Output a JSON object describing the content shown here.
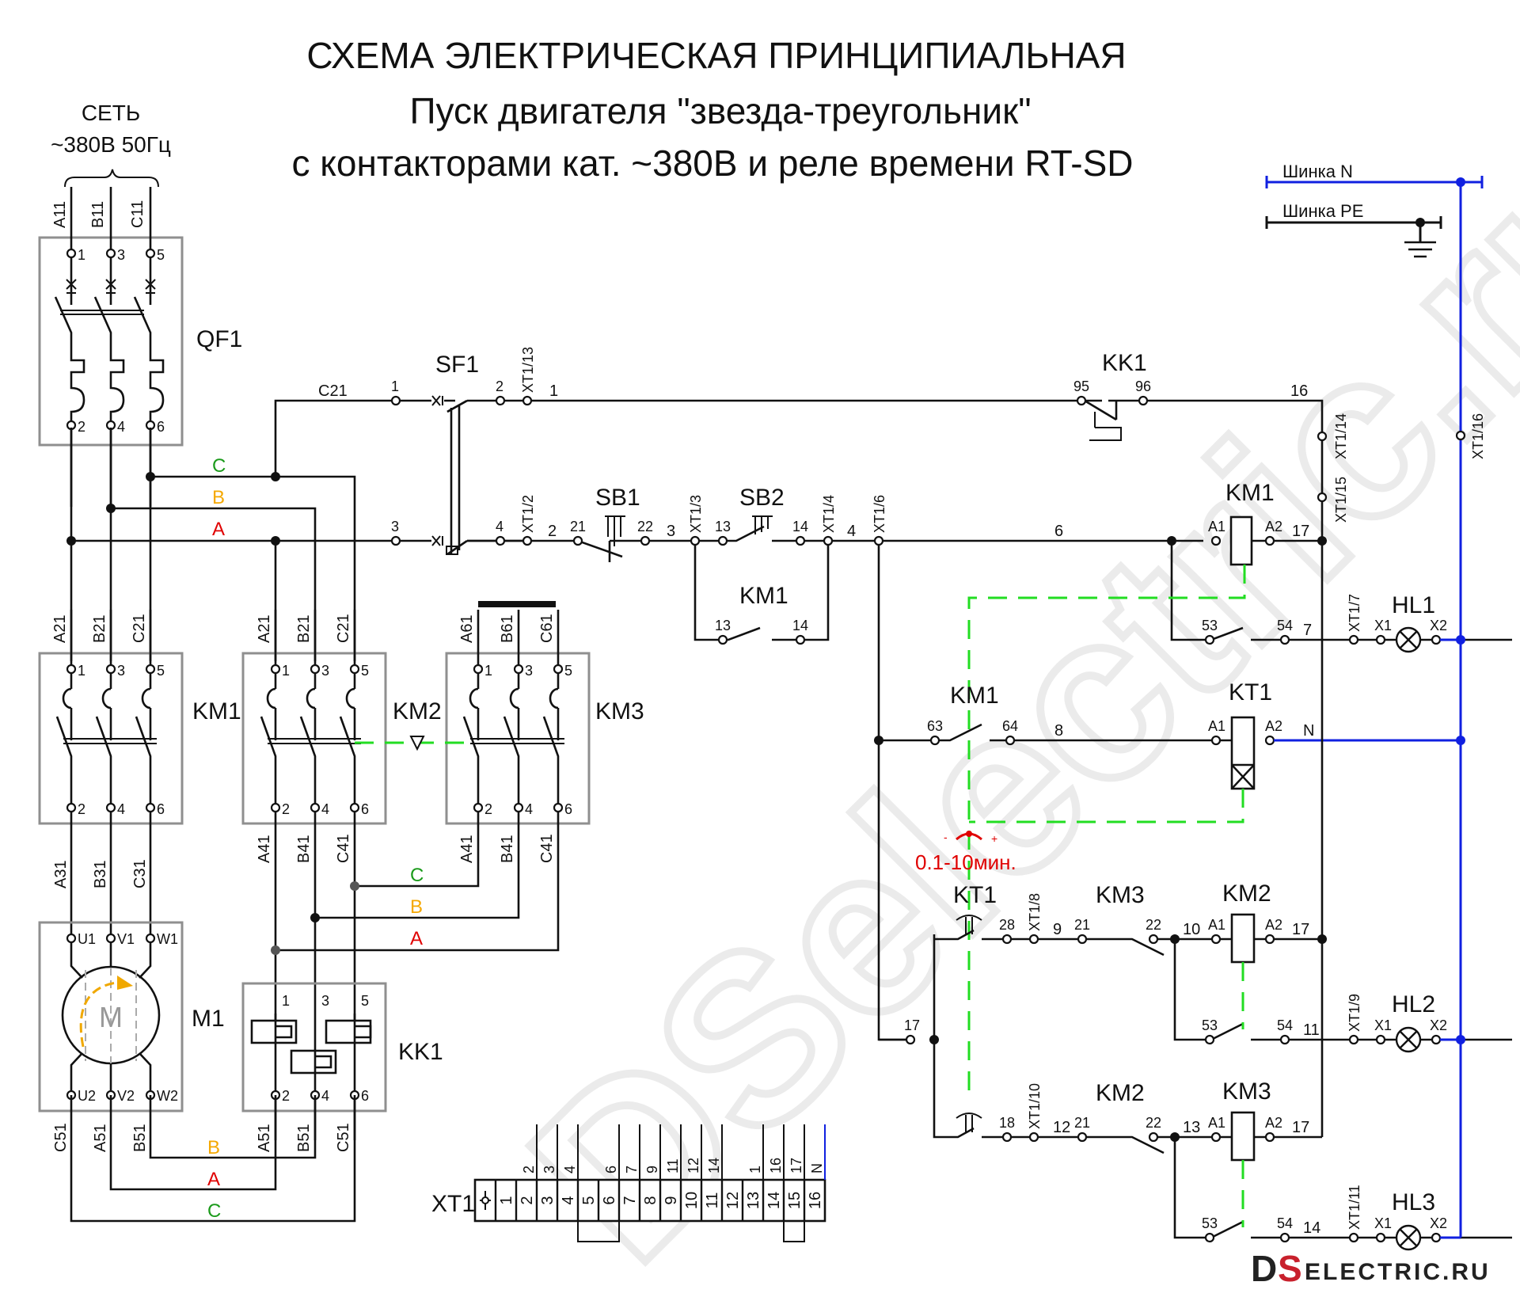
{
  "title": {
    "line1": "СХЕМА ЭЛЕКТРИЧЕСКАЯ ПРИНЦИПИАЛЬНАЯ",
    "line2": "Пуск двигателя \"звезда-треугольник\"",
    "line3": "с контакторами кат. ~380В и реле времени RT-SD"
  },
  "network": {
    "label": "СЕТЬ",
    "voltage": "~380В 50Гц",
    "phases": [
      "A11",
      "B11",
      "C11"
    ]
  },
  "buses": {
    "neutral": "Шинка N",
    "pe": "Шинка PE"
  },
  "components": {
    "qf1": "QF1",
    "sf1": "SF1",
    "sb1": "SB1",
    "sb2": "SB2",
    "kk1": "KK1",
    "km1": "KM1",
    "km2": "KM2",
    "km3": "KM3",
    "kt1": "KT1",
    "m1": "M1",
    "motor_symbol": "M",
    "hl1": "HL1",
    "hl2": "HL2",
    "hl3": "HL3",
    "xt1": "XT1"
  },
  "phase_labels": {
    "a": "A",
    "b": "B",
    "c": "C"
  },
  "phase_colors": {
    "a": "#e00000",
    "b": "#f5a800",
    "c": "#1a9a1a"
  },
  "wire_labels": {
    "c21": "C21",
    "pole_terms": [
      "1",
      "3",
      "5",
      "2",
      "4",
      "6"
    ],
    "km1_in": [
      "A21",
      "B21",
      "C21"
    ],
    "km1_out": [
      "A31",
      "B31",
      "C31"
    ],
    "km2_in": [
      "A21",
      "B21",
      "C21"
    ],
    "km2_out": [
      "A41",
      "B41",
      "C41"
    ],
    "km3_in": [
      "A61",
      "B61",
      "C61"
    ],
    "km3_out": [
      "A41",
      "B41",
      "C41"
    ],
    "motor_top": [
      "U1",
      "V1",
      "W1"
    ],
    "motor_bot": [
      "U2",
      "V2",
      "W2"
    ],
    "motor_out": [
      "C51",
      "A51",
      "B51"
    ],
    "kk1_out": [
      "A51",
      "B51",
      "C51"
    ]
  },
  "control": {
    "row1": {
      "sf1_in": "1",
      "sf1_out": "2",
      "xt": "XT1/13",
      "wire": "1",
      "kk1_95": "95",
      "kk1_96": "96",
      "wire16": "16",
      "xt14": "XT1/14",
      "xt15": "XT1/15",
      "xt16": "XT1/16"
    },
    "row2": {
      "sf1_in": "3",
      "sf1_out": "4",
      "xt2": "XT1/2",
      "w2": "2",
      "sb1_21": "21",
      "sb1_22": "22",
      "w3": "3",
      "xt3": "XT1/3",
      "sb2_13": "13",
      "sb2_14": "14",
      "xt4": "XT1/4",
      "w4": "4",
      "xt6": "XT1/6",
      "w6": "6",
      "a1": "A1",
      "a2": "A2",
      "w17": "17"
    },
    "km1_hold": {
      "t13": "13",
      "t14": "14"
    },
    "hl1_row": {
      "t53": "53",
      "t54": "54",
      "w7": "7",
      "xt": "XT1/7",
      "x1": "X1",
      "x2": "X2"
    },
    "kt1_row": {
      "t63": "63",
      "t64": "64",
      "w8": "8",
      "a1": "A1",
      "a2": "A2",
      "n": "N"
    },
    "timer_range": "0.1-10мин.",
    "timer_minus": "-",
    "timer_plus": "+",
    "km2_row": {
      "t28": "28",
      "xt": "XT1/8",
      "w9": "9",
      "t21": "21",
      "t22": "22",
      "w10": "10",
      "a1": "A1",
      "a2": "A2",
      "w17": "17"
    },
    "hl2_row": {
      "t17": "17",
      "t53": "53",
      "t54": "54",
      "w11": "11",
      "xt": "XT1/9",
      "x1": "X1",
      "x2": "X2"
    },
    "km3_row": {
      "t18": "18",
      "xt": "XT1/10",
      "w12": "12",
      "t21": "21",
      "t22": "22",
      "w13": "13",
      "a1": "A1",
      "a2": "A2",
      "w17": "17"
    },
    "hl3_row": {
      "t53": "53",
      "t54": "54",
      "w14": "14",
      "xt": "XT1/11",
      "x1": "X1",
      "x2": "X2"
    }
  },
  "terminal_block": {
    "label": "XT1",
    "cells": [
      "1",
      "2",
      "3",
      "4",
      "5",
      "6",
      "7",
      "8",
      "9",
      "10",
      "11",
      "12",
      "13",
      "14",
      "15",
      "16"
    ],
    "wires": [
      "",
      "2",
      "3",
      "4",
      "",
      "6",
      "7",
      "9",
      "11",
      "12",
      "14",
      "",
      "1",
      "16",
      "17",
      "N"
    ]
  },
  "logo": {
    "prefix_d": "D",
    "prefix_s": "S",
    "rest": "ELECTRIC.RU",
    "s_color": "#c8202c"
  },
  "watermark": "DSelectric.ru"
}
